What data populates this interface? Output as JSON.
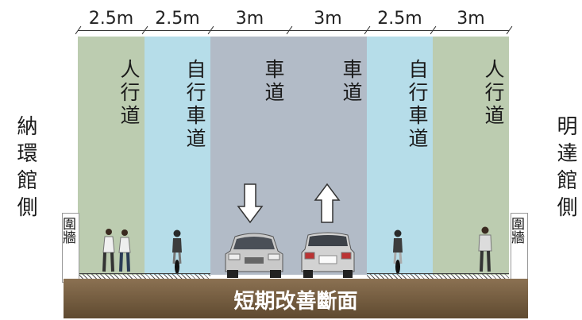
{
  "diagram": {
    "title": "短期改善斷面",
    "left_side": "納環館側",
    "right_side": "明達館側",
    "wall_label": "圍牆",
    "lanes": [
      {
        "width_label": "2.5m",
        "label": "人行道",
        "color": "#bcccb0"
      },
      {
        "width_label": "2.5m",
        "label": "自行車道",
        "color": "#b6dde9"
      },
      {
        "width_label": "3m",
        "label": "車道",
        "color": "#b2bbc7"
      },
      {
        "width_label": "3m",
        "label": "車道",
        "color": "#b2bbc7"
      },
      {
        "width_label": "2.5m",
        "label": "自行車道",
        "color": "#b6dde9"
      },
      {
        "width_label": "3m",
        "label": "人行道",
        "color": "#bcccb0"
      }
    ],
    "arrows": [
      "down",
      "up"
    ]
  }
}
